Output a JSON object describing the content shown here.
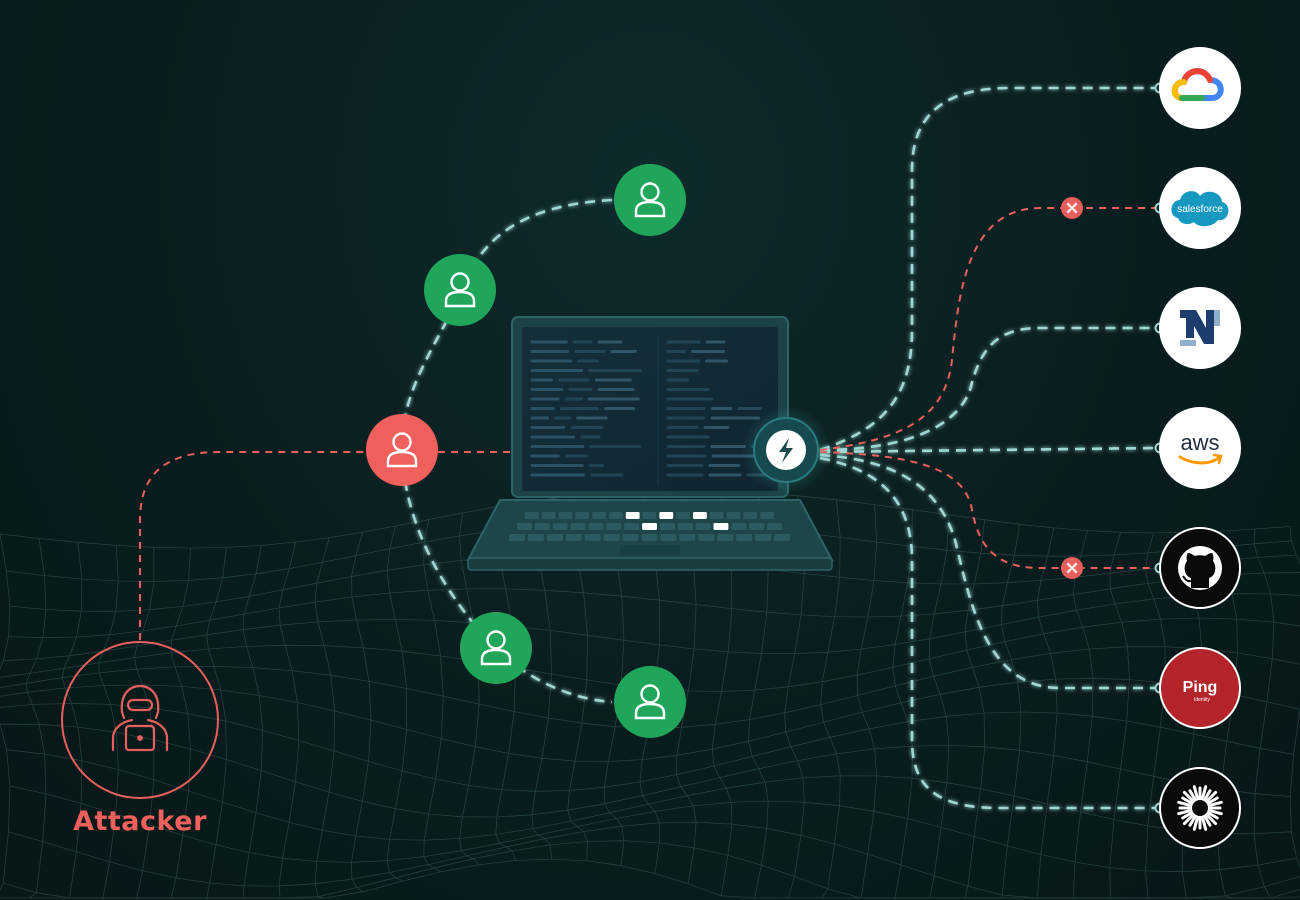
{
  "attacker": {
    "label": "Attacker"
  },
  "colors": {
    "background": "#0a1d1e",
    "safe_path": "#9fd7d3",
    "attack_path": "#e8605c",
    "user_safe": "#1fa65a",
    "user_compromised": "#f0605d",
    "hub": "#1e5a5e"
  },
  "users": [
    {
      "name": "user-1",
      "status": "safe",
      "icon": "user-icon"
    },
    {
      "name": "user-2",
      "status": "safe",
      "icon": "user-icon"
    },
    {
      "name": "user-3",
      "status": "compromised",
      "icon": "user-icon"
    },
    {
      "name": "user-4",
      "status": "safe",
      "icon": "user-icon"
    },
    {
      "name": "user-5",
      "status": "safe",
      "icon": "user-icon"
    }
  ],
  "hub": {
    "icon": "lightning-icon"
  },
  "services": [
    {
      "name": "google-cloud",
      "icon": "google-cloud-logo",
      "blocked": false,
      "text": ""
    },
    {
      "name": "salesforce",
      "icon": "salesforce-logo",
      "blocked": true,
      "text": "salesforce"
    },
    {
      "name": "netsuite",
      "icon": "netsuite-logo",
      "blocked": false,
      "text": "N"
    },
    {
      "name": "aws",
      "icon": "aws-logo",
      "blocked": false,
      "text": "aws"
    },
    {
      "name": "github",
      "icon": "github-logo",
      "blocked": true,
      "text": ""
    },
    {
      "name": "ping-identity",
      "icon": "ping-identity-logo",
      "blocked": false,
      "text": "Ping",
      "subtext": "Identity"
    },
    {
      "name": "okta",
      "icon": "okta-logo",
      "blocked": false,
      "text": ""
    }
  ]
}
